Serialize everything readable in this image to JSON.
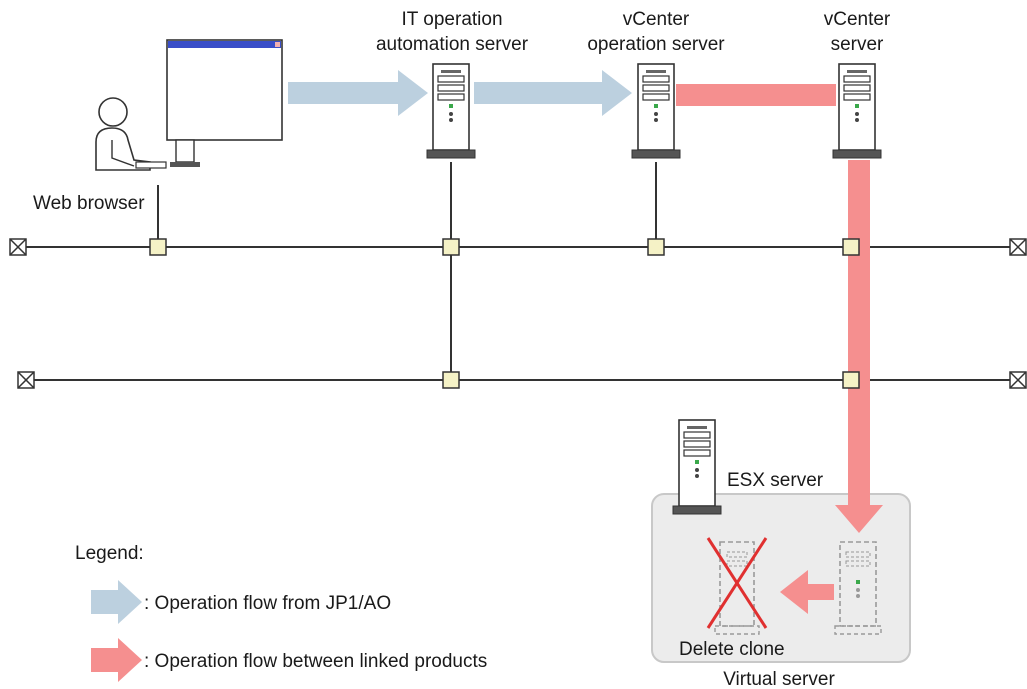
{
  "nodes": {
    "web_browser": "Web browser",
    "ito_server": [
      "IT operation",
      "automation server"
    ],
    "vcenter_op_server": [
      "vCenter",
      "operation server"
    ],
    "vcenter_server": [
      "vCenter",
      "server"
    ],
    "esx_server": "ESX server",
    "virtual_server": "Virtual server",
    "delete_clone": "Delete clone"
  },
  "legend": {
    "title": "Legend:",
    "items": [
      {
        "text": ": Operation flow from JP1/AO",
        "color": "#bcd0df"
      },
      {
        "text": ": Operation flow between linked products",
        "color": "#f58f8f"
      }
    ]
  },
  "colors": {
    "ao_flow": "#bcd0df",
    "linked_flow": "#f58f8f",
    "network_node": "#f5f2c6",
    "cross_out": "#e03030",
    "browser_titlebar": "#3a4ec8"
  }
}
